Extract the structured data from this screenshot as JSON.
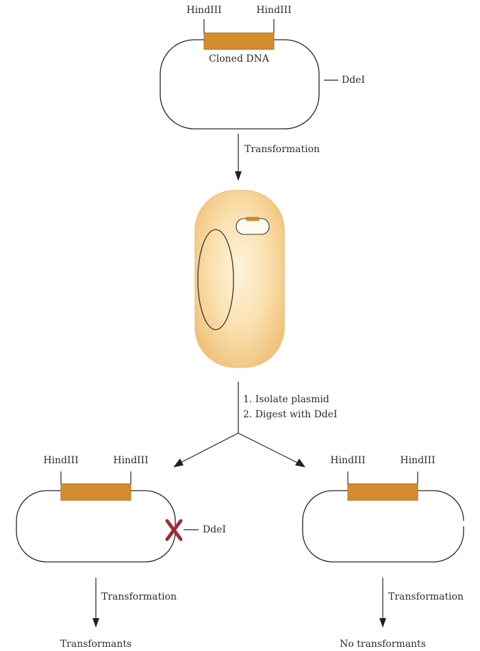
{
  "labels": {
    "top_hindiii_left": "HindIII",
    "top_hindiii_right": "HindIII",
    "top_insert": "Cloned DNA",
    "top_ddei": "DdeI",
    "step1_transformation": "Transformation",
    "step2_line1": "1. Isolate plasmid",
    "step2_line2": "2. Digest with DdeI",
    "left_hindiii_left": "HindIII",
    "left_hindiii_right": "HindIII",
    "left_ddei": "DdeI",
    "right_hindiii_left": "HindIII",
    "right_hindiii_right": "HindIII",
    "left_transformation": "Transformation",
    "right_transformation": "Transformation",
    "left_result": "Transformants",
    "right_result": "No transformants"
  },
  "colors": {
    "insert": "#d58c2e",
    "cell_fill": "#f8d9a2",
    "cell_edge": "#efc27a",
    "cross": "#a3283a",
    "line": "#222222"
  },
  "icons": {
    "cross_mark": "x-mark-icon",
    "arrow": "down-arrow-icon"
  }
}
